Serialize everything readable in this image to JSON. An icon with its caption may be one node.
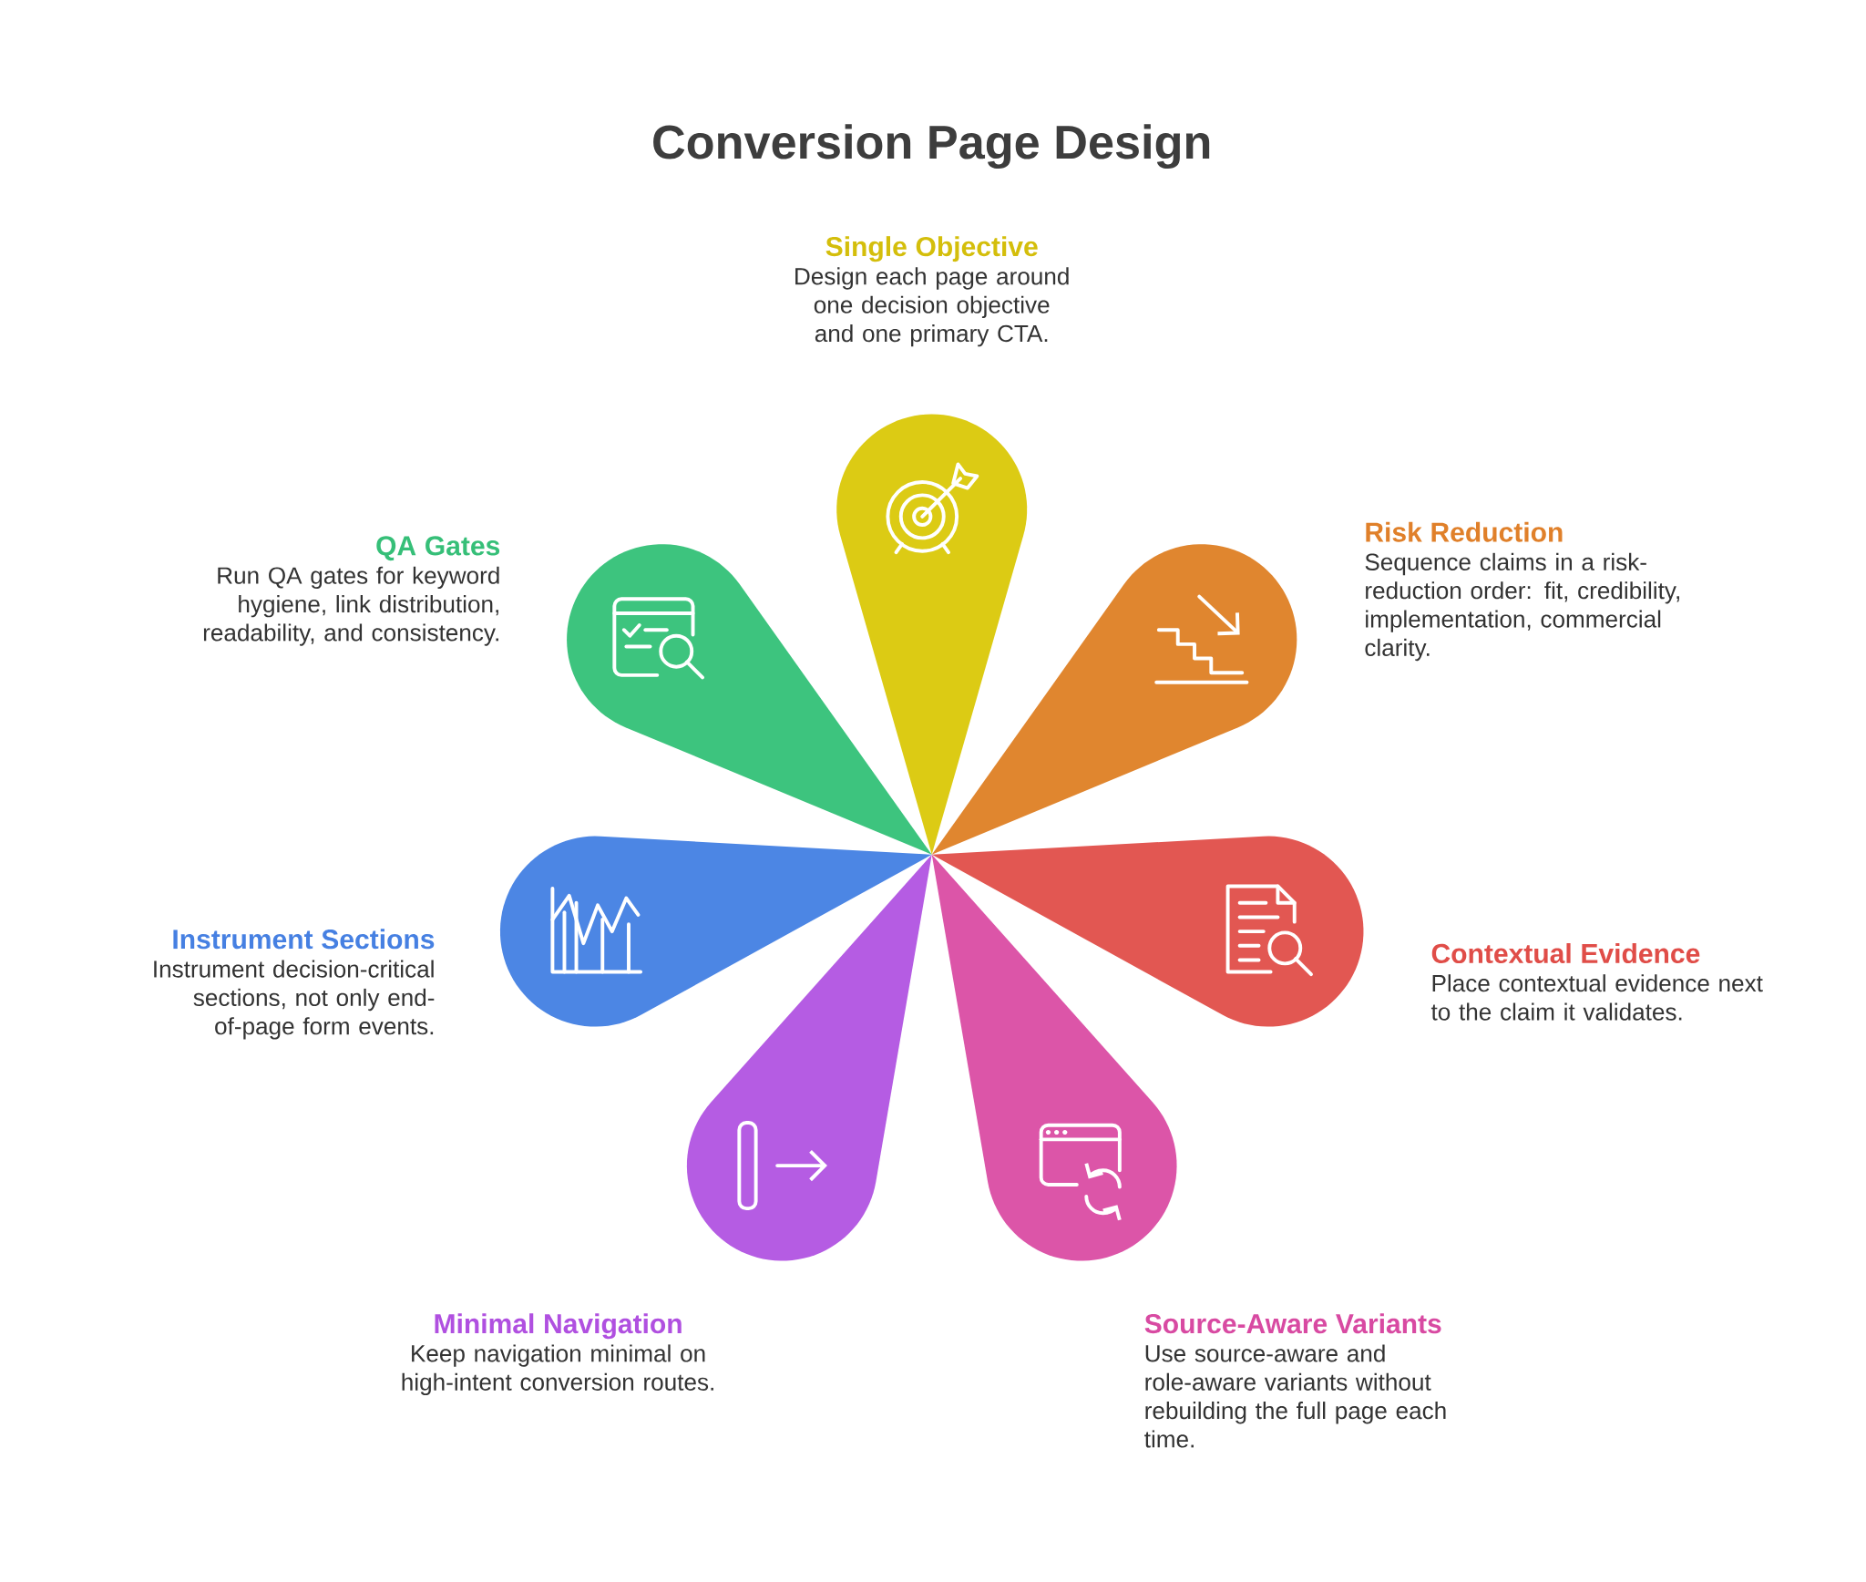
{
  "diagram": {
    "title": "Conversion Page Design",
    "nodes": [
      {
        "text": [
          "Single Objective",
          "Design each page around one decision objective and one primary CTA."
        ]
      },
      {
        "text": [
          "Risk Reduction",
          "Sequence claims in a risk-reduction order: fit, credibility, implementation, commercial clarity."
        ]
      },
      {
        "text": [
          "Contextual Evidence",
          "Place contextual evidence next to the claim it validates."
        ]
      },
      {
        "text": [
          "Source-Aware Variants",
          "Use source-aware and role-aware variants without rebuilding the full page each time."
        ]
      },
      {
        "text": [
          "Minimal Navigation",
          "Keep navigation minimal on high-intent conversion routes."
        ]
      },
      {
        "text": [
          "Instrument Sections",
          "Instrument decision-critical sections, not only end-of-page form events."
        ]
      },
      {
        "text": [
          "QA Gates",
          "Run QA gates for keyword hygiene, link distribution, readability, and consistency."
        ]
      }
    ]
  }
}
